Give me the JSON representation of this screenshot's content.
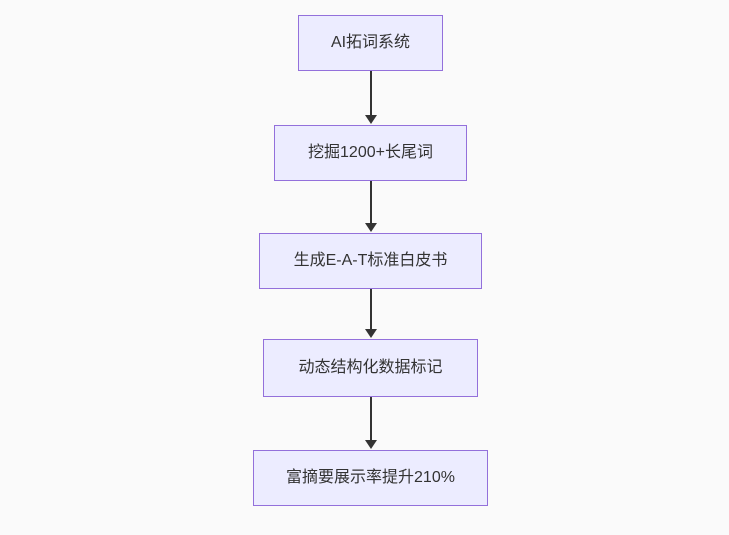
{
  "diagram": {
    "type": "flowchart",
    "direction": "top-down",
    "nodes": [
      {
        "id": "step-1",
        "label": "AI拓词系统"
      },
      {
        "id": "step-2",
        "label": "挖掘1200+长尾词"
      },
      {
        "id": "step-3",
        "label": "生成E-A-T标准白皮书"
      },
      {
        "id": "step-4",
        "label": "动态结构化数据标记"
      },
      {
        "id": "step-5",
        "label": "富摘要展示率提升210%"
      }
    ],
    "edges": [
      {
        "from": "step-1",
        "to": "step-2",
        "style": "arrow"
      },
      {
        "from": "step-2",
        "to": "step-3",
        "style": "arrow"
      },
      {
        "from": "step-3",
        "to": "step-4",
        "style": "arrow"
      },
      {
        "from": "step-4",
        "to": "step-5",
        "style": "arrow"
      }
    ],
    "colors": {
      "node_fill": "#ECECFF",
      "node_border": "#9370DB",
      "arrow": "#333333",
      "text": "#333333",
      "background": "#FAFAFA"
    }
  }
}
